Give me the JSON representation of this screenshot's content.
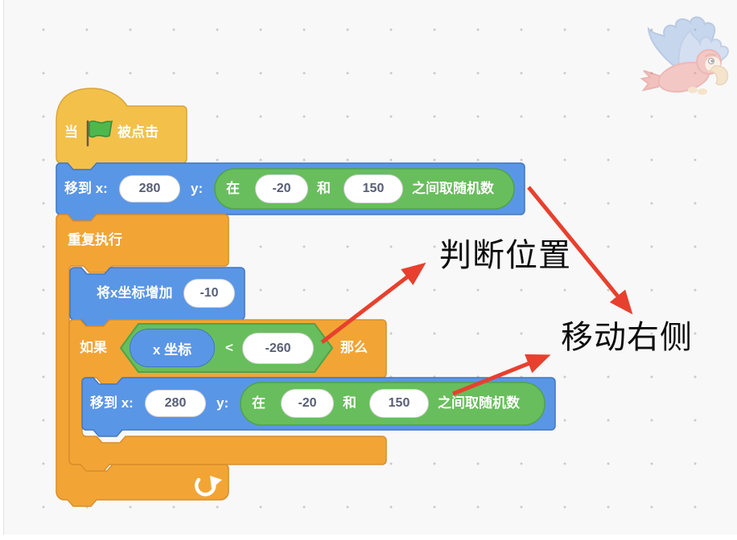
{
  "canvas": {
    "background_color": "#f8f8f8",
    "dot_grid_color": "#cbcbcb"
  },
  "colors": {
    "events_block": "#f3c14a",
    "events_border": "#d9a43b",
    "control_block": "#f2a535",
    "control_border": "#d98e2b",
    "motion_block": "#5a96e6",
    "motion_border": "#4377be",
    "operator_block": "#68be5c",
    "operator_border": "#4fa349",
    "annotation_arrow": "#e8402e",
    "input_text": "#575e75"
  },
  "icons": {
    "flag": "green-flag-icon",
    "loop": "loop-arrow-icon",
    "sprite": "parrot-sprite"
  },
  "blocks": {
    "hat": {
      "label_when": "当",
      "label_clicked": "被点击"
    },
    "move_top": {
      "label_moveto": "移到 x:",
      "x_value": "280",
      "label_y": "y:",
      "rand_prefix": "在",
      "rand_min": "-20",
      "rand_and": "和",
      "rand_max": "150",
      "rand_suffix": "之间取随机数"
    },
    "repeat": {
      "label": "重复执行"
    },
    "change_x": {
      "label": "将x坐标增加",
      "value": "-10"
    },
    "if_block": {
      "label_if": "如果",
      "reporter": "x 坐标",
      "operator": "<",
      "value": "-260",
      "label_then": "那么"
    },
    "move_inner": {
      "label_moveto": "移到 x:",
      "x_value": "280",
      "label_y": "y:",
      "rand_prefix": "在",
      "rand_min": "-20",
      "rand_and": "和",
      "rand_max": "150",
      "rand_suffix": "之间取随机数"
    }
  },
  "annotations": {
    "judge_position": "判断位置",
    "move_right": "移动右侧"
  }
}
